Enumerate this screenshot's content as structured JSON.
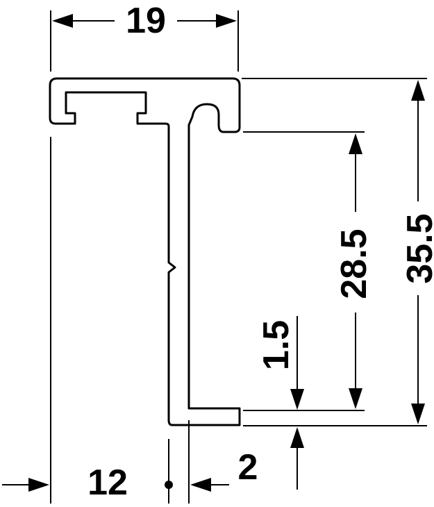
{
  "drawing": {
    "type": "profile cross-section dimension drawing",
    "dimensions": {
      "width_top": "19",
      "height_total": "35.5",
      "height_inner": "28.5",
      "lip_thickness": "1.5",
      "offset_bottom_left": "12",
      "gap_bottom": "2"
    }
  }
}
